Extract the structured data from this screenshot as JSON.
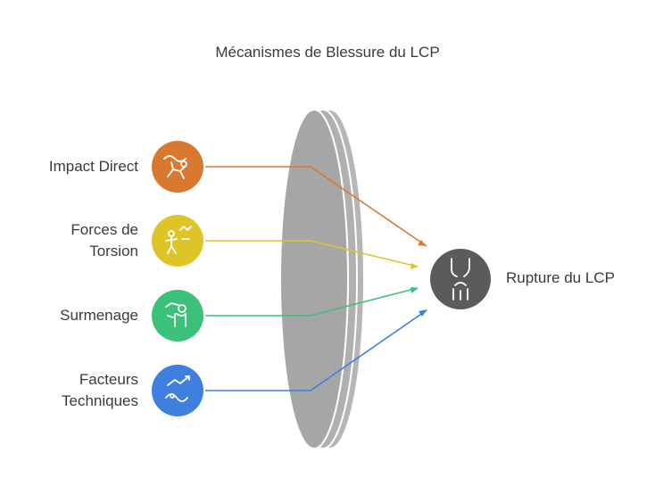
{
  "title": "Mécanismes de Blessure du LCP",
  "inputs": [
    {
      "label_lines": [
        "Impact Direct"
      ],
      "color": "#d8792f",
      "icon": "impact-direct-icon"
    },
    {
      "label_lines": [
        "Forces de",
        "Torsion"
      ],
      "color": "#dfc428",
      "icon": "torsion-icon"
    },
    {
      "label_lines": [
        "Surmenage"
      ],
      "color": "#3cc17b",
      "icon": "overuse-icon"
    },
    {
      "label_lines": [
        "Facteurs",
        "Techniques"
      ],
      "color": "#3f7fe0",
      "icon": "technique-icon"
    }
  ],
  "output": {
    "label": "Rupture du LCP",
    "color": "#5b5b5b",
    "icon": "knee-joint-icon"
  },
  "lens_color": "#a6a6a6"
}
